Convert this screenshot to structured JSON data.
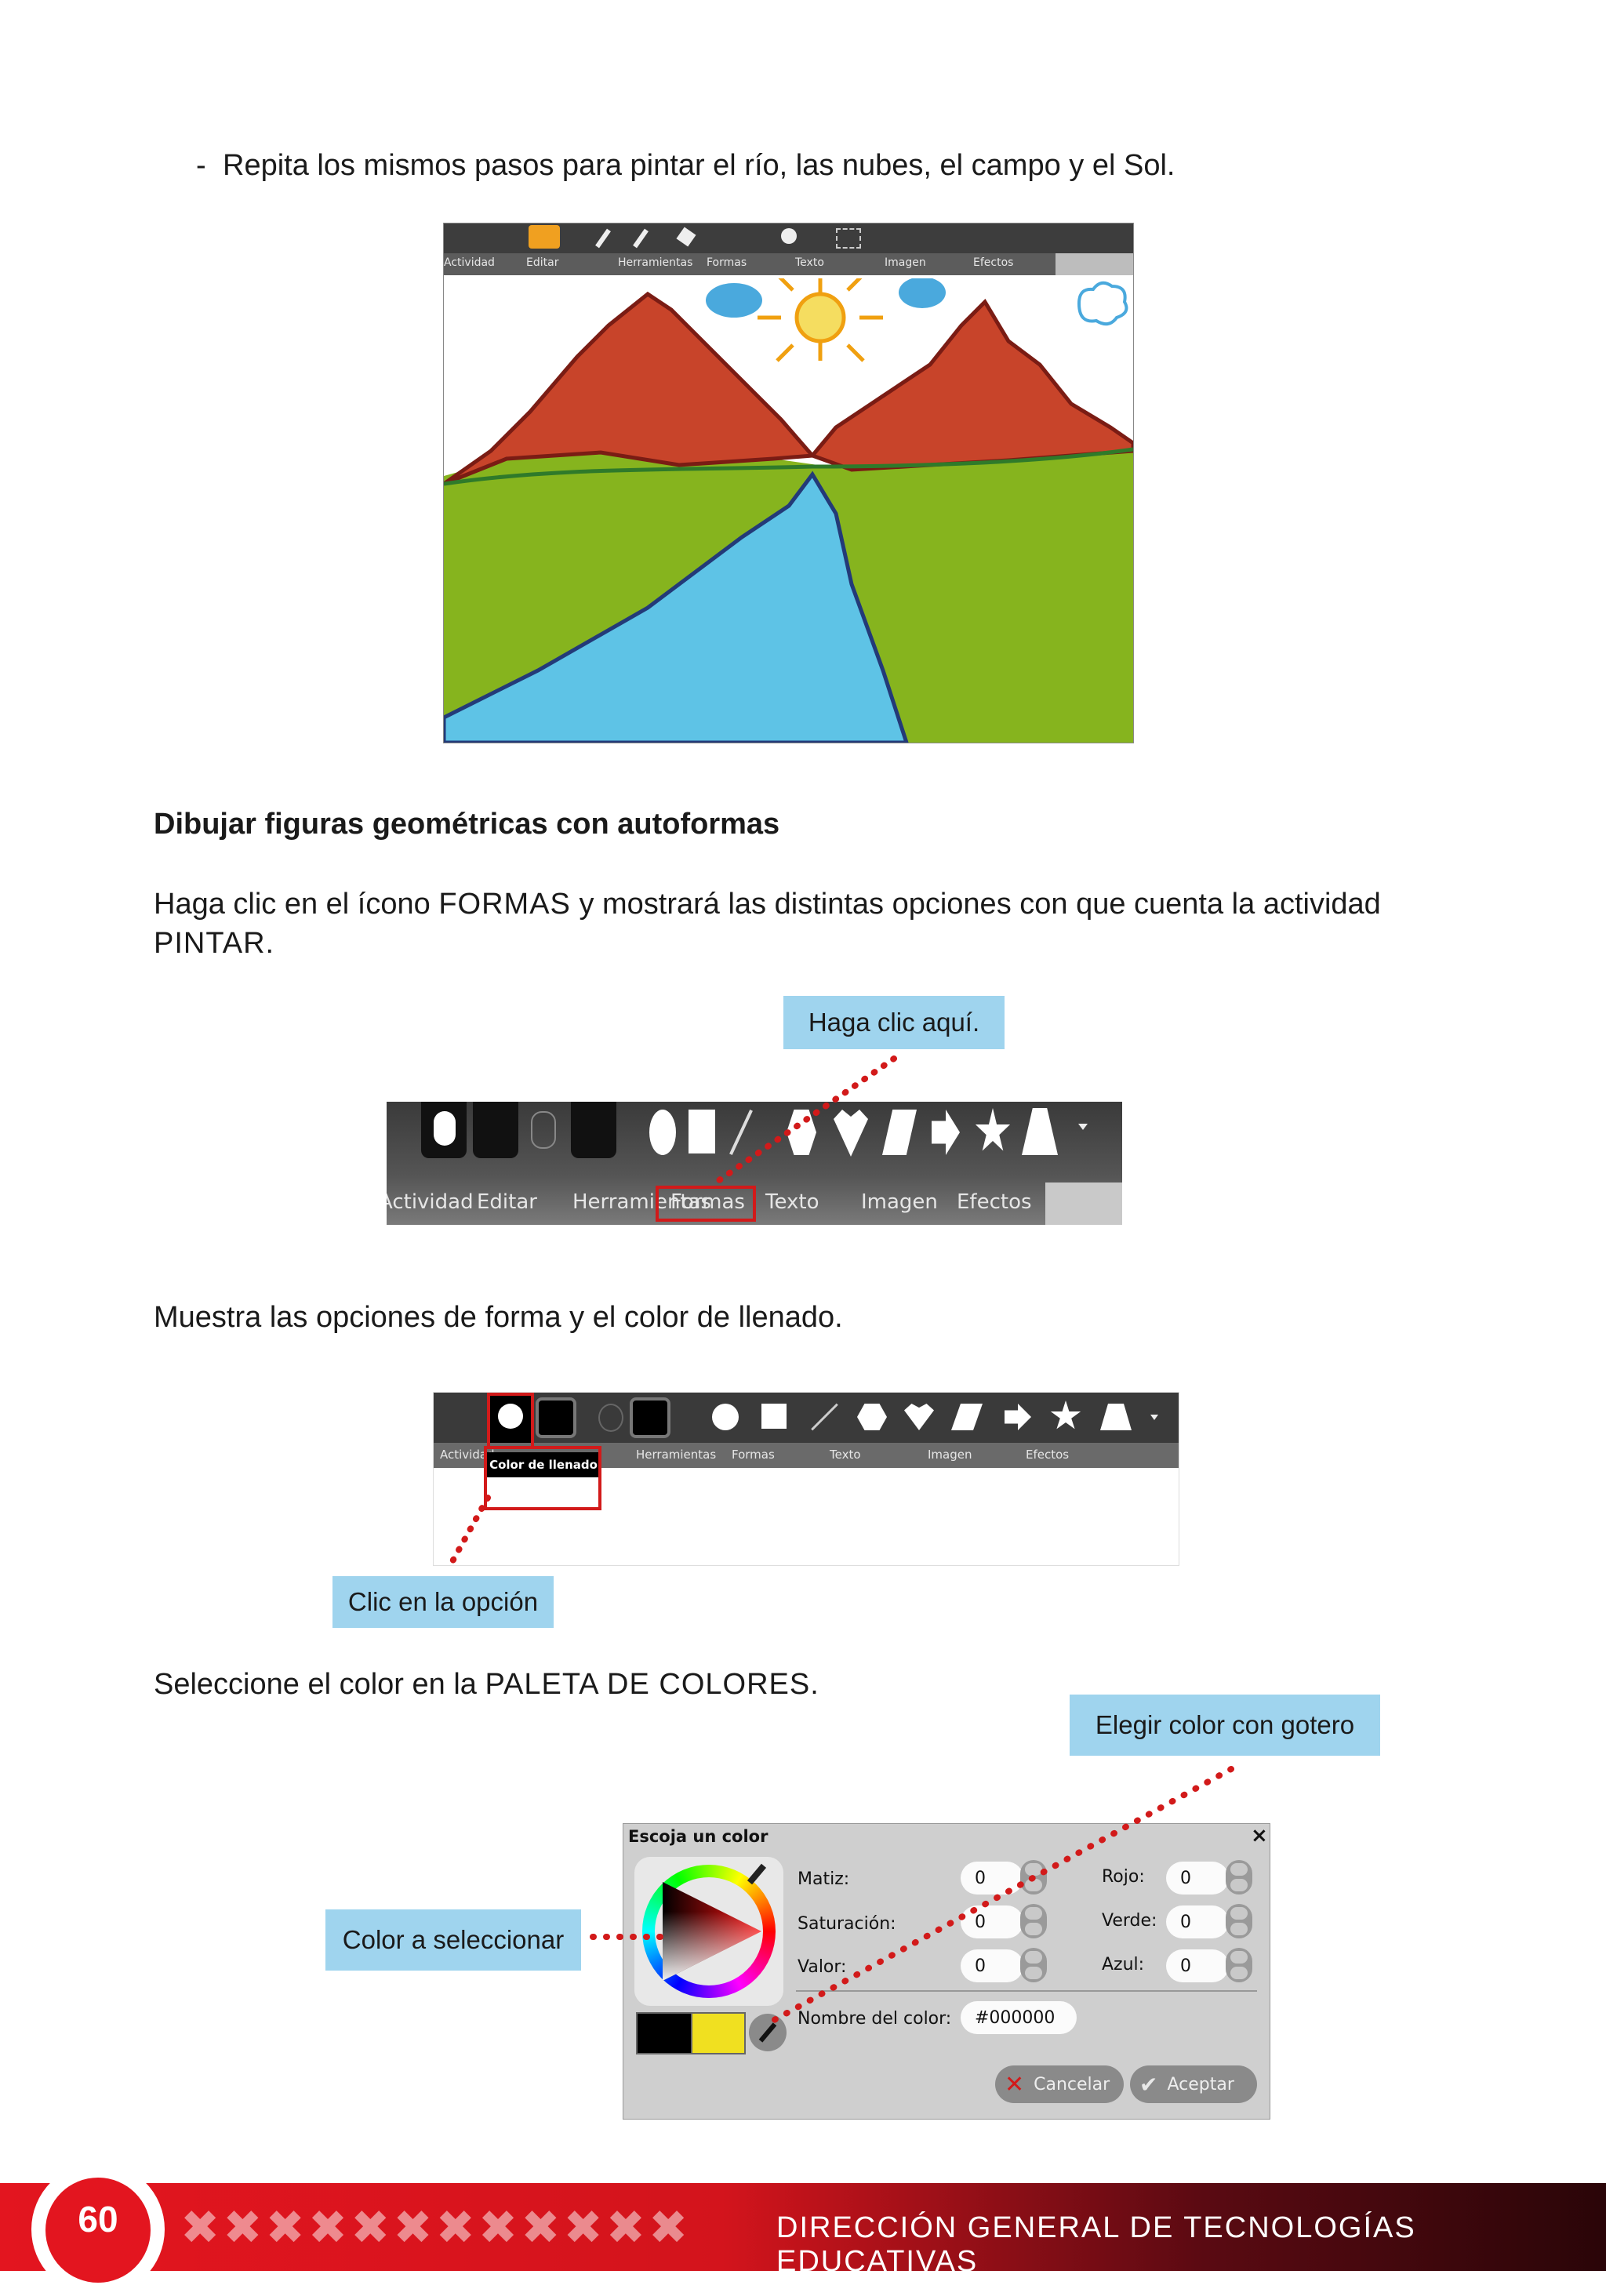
{
  "intro": {
    "bullet": "-",
    "text": "Repita los mismos pasos para pintar el río, las nubes, el campo y el Sol."
  },
  "screenshot1": {
    "tabs": [
      "Actividad",
      "Editar",
      "Herramientas",
      "Formas",
      "Texto",
      "Imagen",
      "Efectos"
    ],
    "colors": {
      "sky": "#ffffff",
      "mountain": "#c8442a",
      "grass": "#86b41e",
      "river": "#5ec3e6",
      "sun": "#f5c830",
      "cloud": "#4aa9dd"
    }
  },
  "section": {
    "heading": "Dibujar figuras geométricas con autoformas",
    "p1a": "Haga clic en el ícono ",
    "p1b": "FORMAS",
    "p1c": " y mostrará las distintas opciones con que cuenta la actividad",
    "p1d": "PINTAR."
  },
  "callout1": "Haga clic aquí.",
  "toolbar2": {
    "tabs": [
      "Actividad",
      "Editar",
      "Herramientas",
      "Formas",
      "Texto",
      "Imagen",
      "Efectos"
    ]
  },
  "p2": "Muestra las opciones de forma y el color de llenado.",
  "toolbar3": {
    "tabs": [
      "Actividad",
      "Herramientas",
      "Formas",
      "Texto",
      "Imagen",
      "Efectos"
    ],
    "tooltip": "Color de llenado"
  },
  "callout2": "Clic en la opción",
  "p3a": "Seleccione el color en la ",
  "p3b": "PALETA DE COLORES.",
  "callout3": "Elegir color con gotero",
  "callout4": "Color a seleccionar",
  "dialog": {
    "title": "Escoja un color",
    "close": "×",
    "matiz_label": "Matiz:",
    "saturacion_label": "Saturación:",
    "valor_label": "Valor:",
    "rojo_label": "Rojo:",
    "verde_label": "Verde:",
    "azul_label": "Azul:",
    "matiz": "0",
    "saturacion": "0",
    "valor": "0",
    "rojo": "0",
    "verde": "0",
    "azul": "0",
    "nombre_label": "Nombre del color:",
    "nombre": "#000000",
    "cancel": "Cancelar",
    "accept": "Aceptar"
  },
  "footer": {
    "page": "60",
    "org": "DIRECCIÓN GENERAL DE TECNOLOGÍAS EDUCATIVAS",
    "accent": "#e3151f"
  }
}
